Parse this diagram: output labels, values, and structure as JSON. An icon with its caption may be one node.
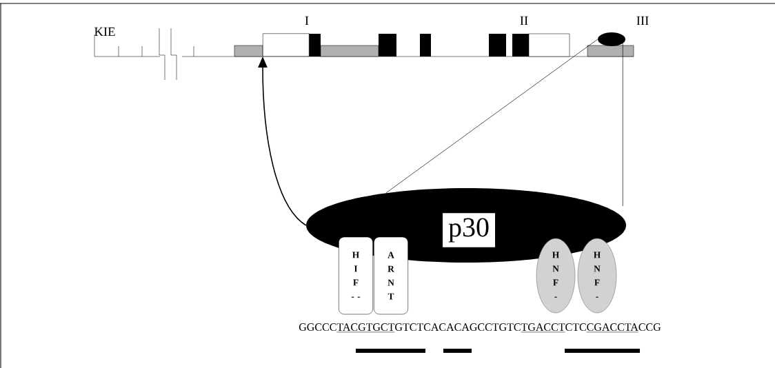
{
  "diagram": {
    "nodes": [
      {
        "text": [
          "p30"
        ]
      },
      {
        "text": [
          "H I F - -"
        ]
      },
      {
        "text": [
          "A R N T"
        ]
      },
      {
        "text": [
          "H N F -"
        ]
      },
      {
        "text": [
          "H N F -"
        ]
      },
      {
        "text": [],
        "shape": "ellipse"
      },
      {
        "text": [],
        "shape": "box"
      }
    ],
    "edges": [
      {
        "from": 0,
        "to": 6,
        "arrow": "to"
      },
      {
        "from": 5,
        "to": 0,
        "arrow": "none"
      },
      {
        "from": 5,
        "to": 0,
        "arrow": "none"
      }
    ],
    "labels": [
      "KIE",
      "I",
      "II",
      "III",
      "GGCCC",
      "TACGTGCT",
      "GTCTCACACAGCCTGTC",
      "TGACCT",
      "CTC",
      "CGACCTA",
      "CCG"
    ]
  }
}
